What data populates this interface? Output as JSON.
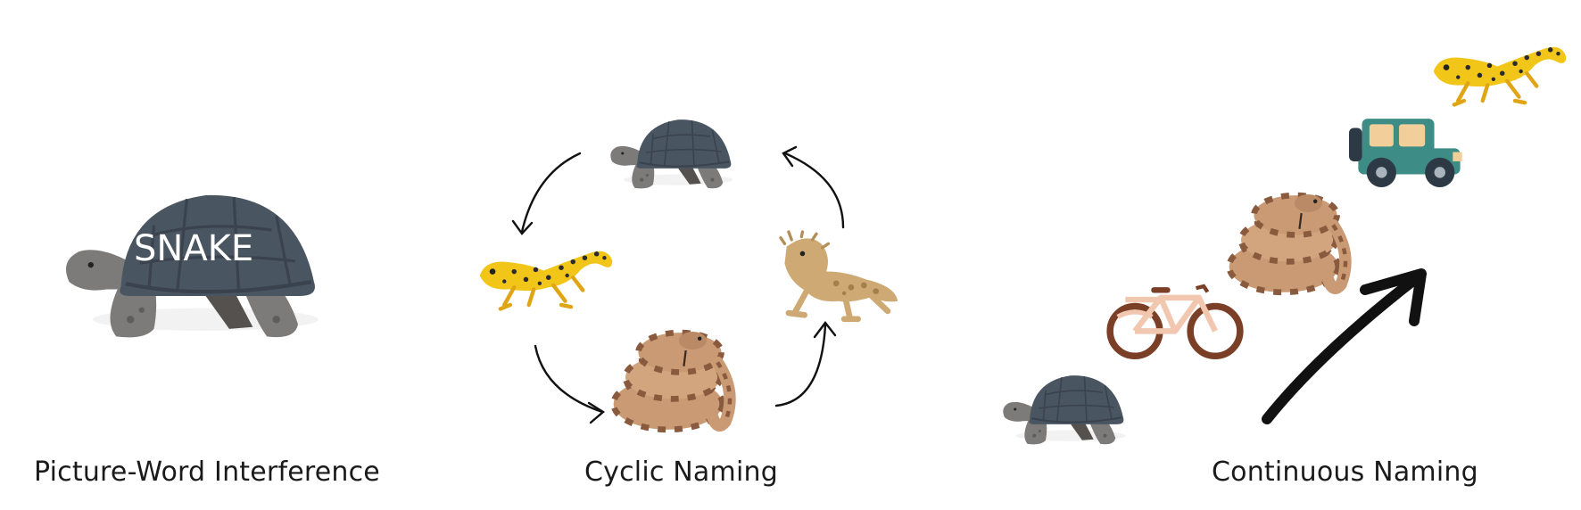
{
  "panels": [
    {
      "caption": "Picture-Word Interference",
      "overlay_word": "SNAKE"
    },
    {
      "caption": "Cyclic Naming"
    },
    {
      "caption": "Continuous Naming"
    }
  ],
  "icons": [
    "tortoise-icon",
    "gecko-icon",
    "rattlesnake-icon",
    "bearded-dragon-icon",
    "bicycle-icon",
    "jeep-icon"
  ],
  "colors": {
    "shell": "#4a5562",
    "shell_line": "#39424d",
    "skin": "#7d7a7a",
    "gecko": "#f2c519",
    "snake": "#c99a73",
    "snake_dark": "#8a5a3e",
    "dragon": "#cfa973",
    "bike": "#7a3f26",
    "jeep": "#3d8c85",
    "arrow": "#111111"
  }
}
